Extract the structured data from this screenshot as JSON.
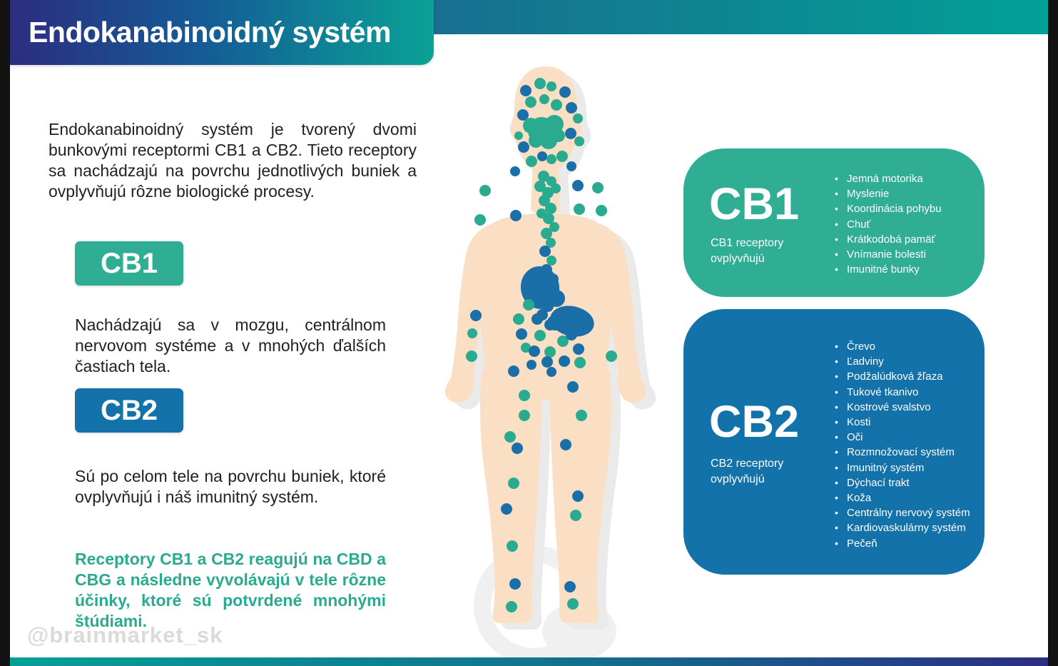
{
  "header": {
    "title": "Endokanabinoidný systém"
  },
  "intro_paragraph": "Endokanabinoidný systém je tvorený dvomi bunkovými receptormi CB1 a CB2. Tieto receptory sa nachádzajú na povrchu jednotlivých buniek a ovplyvňujú rôzne biologické procesy.",
  "cb1": {
    "badge_label": "CB1",
    "description": "Nachádzajú sa v mozgu, centrálnom nervovom systéme a v mnohých ďalších častiach tela.",
    "card": {
      "title": "CB1",
      "subtitle": "CB1 receptory\novplyvňujú",
      "items": [
        "Jemná motorika",
        "Myslenie",
        "Koordinácia pohybu",
        "Chuť",
        "Krátkodobá pamäť",
        "Vnímanie bolesti",
        "Imunitné bunky"
      ]
    }
  },
  "cb2": {
    "badge_label": "CB2",
    "description": "Sú po celom tele na povrchu buniek, ktoré ovplyvňujú i náš imunitný systém.",
    "card": {
      "title": "CB2",
      "subtitle": "CB2 receptory\novplyvňujú",
      "items": [
        "Črevo",
        "Ľadviny",
        "Podžalúdková žľaza",
        "Tukové tkanivo",
        "Kostrové svalstvo",
        "Kosti",
        "Oči",
        "Rozmnožovací systém",
        "Imunitný systém",
        "Dýchací trakt",
        "Koža",
        "Centrálny nervový systém",
        "Kardiovaskulárny systém",
        "Pečeň"
      ]
    }
  },
  "highlight_paragraph": "Receptory CB1 a CB2 reagujú na CBD a CBG a následne vyvolávajú v tele rôzne účinky, ktoré sú potvrdené mnohými štúdiami.",
  "watermark": "@brainmarket_sk",
  "colors": {
    "banner_gradient_start": "#2c2d80",
    "banner_gradient_end": "#0aa296",
    "rear_bar_teal": "#02a096",
    "cb1_teal": "#30ae93",
    "cb2_blue": "#1372a9",
    "highlight_teal": "#2aab8f",
    "skin": "#fbdfc5",
    "figure_shadow": "#eaeaea",
    "dot_teal": "#2aab8f",
    "dot_blue": "#1b6fa8",
    "text_dark": "#232022"
  },
  "body_illustration": {
    "dots": [
      [
        737,
        127,
        8,
        "b"
      ],
      [
        757,
        117,
        8,
        "t"
      ],
      [
        773,
        121,
        7,
        "t"
      ],
      [
        792,
        129,
        8,
        "b"
      ],
      [
        744,
        143,
        8,
        "t"
      ],
      [
        763,
        139,
        7,
        "t"
      ],
      [
        780,
        147,
        8,
        "t"
      ],
      [
        801,
        151,
        8,
        "b"
      ],
      [
        733,
        161,
        8,
        "b"
      ],
      [
        810,
        166,
        7,
        "t"
      ],
      [
        727,
        190,
        6,
        "t"
      ],
      [
        759,
        183,
        19,
        "t"
      ],
      [
        777,
        174,
        13,
        "t"
      ],
      [
        744,
        176,
        11,
        "t"
      ],
      [
        769,
        197,
        12,
        "t"
      ],
      [
        751,
        197,
        10,
        "t"
      ],
      [
        783,
        190,
        9,
        "t"
      ],
      [
        734,
        206,
        8,
        "b"
      ],
      [
        800,
        187,
        8,
        "b"
      ],
      [
        812,
        198,
        7,
        "t"
      ],
      [
        745,
        226,
        8,
        "t"
      ],
      [
        760,
        219,
        7,
        "b"
      ],
      [
        773,
        223,
        7,
        "t"
      ],
      [
        788,
        219,
        8,
        "t"
      ],
      [
        801,
        233,
        7,
        "b"
      ],
      [
        762,
        247,
        8,
        "t"
      ],
      [
        773,
        254,
        7,
        "t"
      ],
      [
        757,
        261,
        8,
        "t"
      ],
      [
        768,
        270,
        8,
        "t"
      ],
      [
        779,
        264,
        7,
        "t"
      ],
      [
        763,
        281,
        8,
        "t"
      ],
      [
        772,
        292,
        8,
        "t"
      ],
      [
        759,
        299,
        7,
        "t"
      ],
      [
        769,
        306,
        8,
        "t"
      ],
      [
        777,
        318,
        7,
        "t"
      ],
      [
        766,
        327,
        8,
        "t"
      ],
      [
        772,
        340,
        7,
        "t"
      ],
      [
        764,
        352,
        8,
        "b"
      ],
      [
        773,
        365,
        7,
        "t"
      ],
      [
        766,
        378,
        8,
        "b"
      ],
      [
        775,
        391,
        8,
        "b"
      ],
      [
        767,
        403,
        8,
        "b"
      ],
      [
        776,
        416,
        8,
        "b"
      ],
      [
        768,
        429,
        8,
        "b"
      ],
      [
        760,
        441,
        8,
        "b"
      ],
      [
        722,
        240,
        7,
        "b"
      ],
      [
        680,
        267,
        8,
        "t"
      ],
      [
        673,
        308,
        8,
        "t"
      ],
      [
        723,
        302,
        8,
        "b"
      ],
      [
        810,
        260,
        8,
        "b"
      ],
      [
        838,
        263,
        8,
        "t"
      ],
      [
        812,
        293,
        8,
        "t"
      ],
      [
        843,
        295,
        8,
        "t"
      ],
      [
        741,
        427,
        8,
        "t"
      ],
      [
        727,
        447,
        8,
        "t"
      ],
      [
        757,
        470,
        8,
        "t"
      ],
      [
        789,
        478,
        8,
        "t"
      ],
      [
        771,
        493,
        8,
        "t"
      ],
      [
        737,
        487,
        7,
        "t"
      ],
      [
        753,
        447,
        8,
        "b"
      ],
      [
        771,
        455,
        8,
        "b"
      ],
      [
        787,
        441,
        8,
        "b"
      ],
      [
        801,
        469,
        8,
        "b"
      ],
      [
        813,
        455,
        8,
        "b"
      ],
      [
        731,
        468,
        8,
        "b"
      ],
      [
        749,
        492,
        8,
        "b"
      ],
      [
        767,
        507,
        8,
        "b"
      ],
      [
        791,
        506,
        8,
        "b"
      ],
      [
        811,
        489,
        8,
        "b"
      ],
      [
        745,
        511,
        7,
        "b"
      ],
      [
        773,
        521,
        7,
        "b"
      ],
      [
        667,
        442,
        8,
        "b"
      ],
      [
        662,
        467,
        7,
        "t"
      ],
      [
        661,
        499,
        8,
        "t"
      ],
      [
        857,
        499,
        8,
        "t"
      ],
      [
        720,
        520,
        8,
        "b"
      ],
      [
        813,
        508,
        8,
        "t"
      ],
      [
        803,
        542,
        8,
        "b"
      ],
      [
        735,
        554,
        8,
        "t"
      ],
      [
        735,
        582,
        8,
        "t"
      ],
      [
        815,
        582,
        8,
        "t"
      ],
      [
        715,
        612,
        8,
        "t"
      ],
      [
        725,
        628,
        8,
        "b"
      ],
      [
        793,
        623,
        8,
        "b"
      ],
      [
        720,
        677,
        8,
        "t"
      ],
      [
        810,
        695,
        8,
        "b"
      ],
      [
        710,
        713,
        8,
        "b"
      ],
      [
        807,
        722,
        8,
        "t"
      ],
      [
        718,
        765,
        8,
        "t"
      ],
      [
        722,
        818,
        8,
        "b"
      ],
      [
        799,
        822,
        8,
        "b"
      ],
      [
        717,
        850,
        8,
        "t"
      ],
      [
        803,
        846,
        8,
        "t"
      ]
    ]
  }
}
